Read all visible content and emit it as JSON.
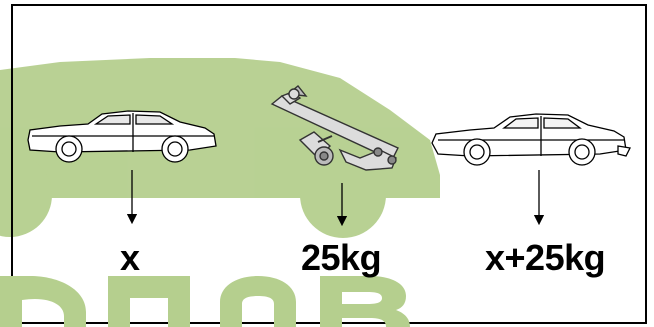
{
  "diagram": {
    "labels": {
      "car_weight": "x",
      "towbar_weight": "25kg",
      "total_weight": "x+25kg"
    },
    "operands": {
      "towbar_kg": 25
    },
    "watermark": {
      "text": "ФПОВ",
      "color": "#b5cf8e"
    },
    "colors": {
      "line": "#000000",
      "car_fill_left": "#ffffff",
      "background_car": "#b5cf8e"
    }
  }
}
